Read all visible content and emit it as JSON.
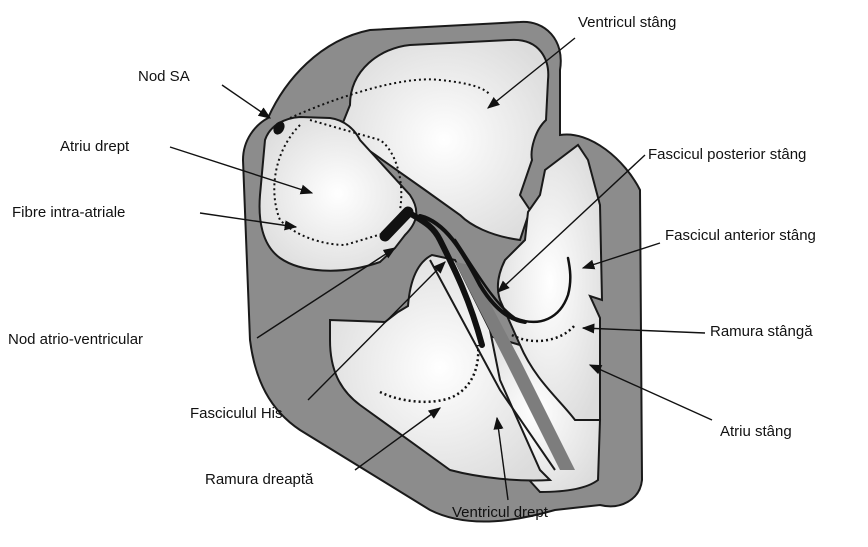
{
  "labels": {
    "sa_node": "Nod SA",
    "right_atrium": "Atriu drept",
    "intra_atrial_fibers": "Fibre intra-atriale",
    "av_node": "Nod atrio-ventricular",
    "his_bundle": "Fasciculul His",
    "right_branch": "Ramura dreaptă",
    "right_ventricle": "Ventricul drept",
    "left_ventricle": "Ventricul stâng",
    "left_posterior_fascicle": "Fascicul posterior stâng",
    "left_anterior_fascicle": "Fascicul anterior stâng",
    "left_branch": "Ramura stângă",
    "left_atrium": "Atriu stâng"
  },
  "colors": {
    "wall": "#8a8a8a",
    "chamber": "#e6e6e6",
    "chamber_highlight": "#fbfbfb",
    "outline": "#1a1a1a",
    "conduction": "#111111"
  }
}
